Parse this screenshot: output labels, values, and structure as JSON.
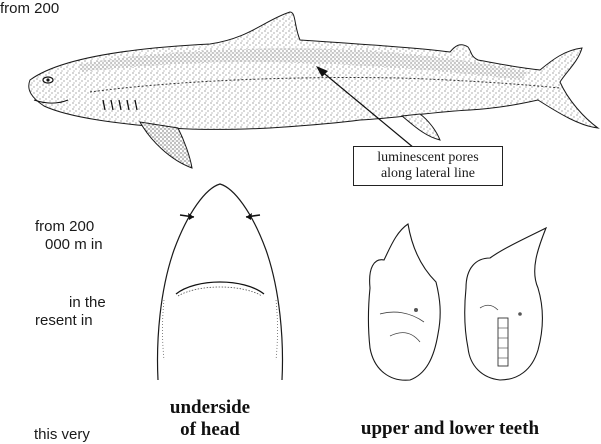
{
  "body_text": {
    "line1": "from 200",
    "line2": "000 m in",
    "line3": "in  the",
    "line4": "resent in",
    "line5": "this  very"
  },
  "callout": {
    "line1": "luminescent pores",
    "line2": "along lateral line"
  },
  "captions": {
    "head_line1": "underside",
    "head_line2": "of head",
    "teeth": "upper and lower teeth"
  },
  "icons": {
    "shark": "shark-side-view-illustration",
    "head": "shark-head-underside-illustration",
    "teeth": "shark-teeth-illustration"
  },
  "colors": {
    "ink": "#1a1a1a",
    "paper": "#ffffff"
  }
}
